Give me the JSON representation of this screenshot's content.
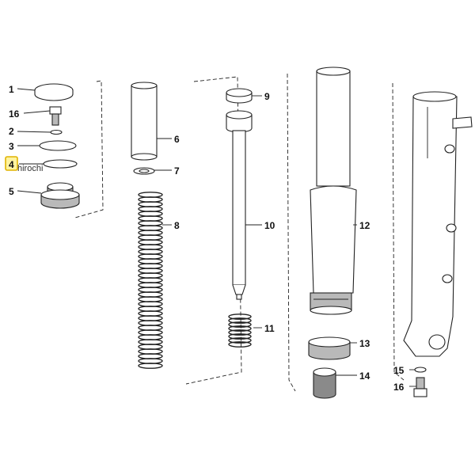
{
  "callouts": {
    "c1": "1",
    "c16a": "16",
    "c2": "2",
    "c3": "3",
    "c4": "4",
    "c5": "5",
    "c6": "6",
    "c7": "7",
    "c8": "8",
    "c9": "9",
    "c10": "10",
    "c11": "11",
    "c12": "12",
    "c13": "13",
    "c14": "14",
    "c15": "15",
    "c16b": "16"
  },
  "watermark": "hirochi",
  "highlight": {
    "part": "4",
    "color": "#e0b400"
  }
}
